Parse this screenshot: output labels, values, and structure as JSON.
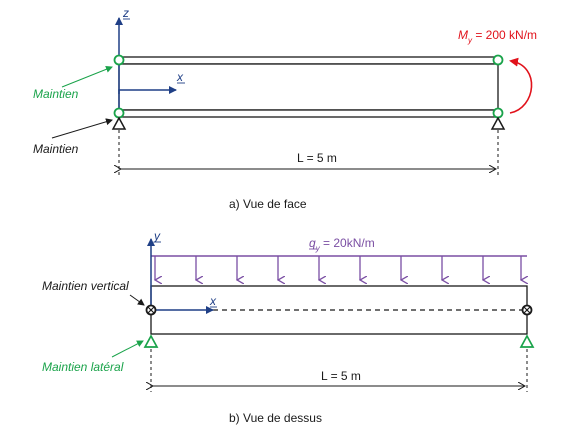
{
  "colors": {
    "support": "#1aa34a",
    "moment": "#e1121b",
    "load": "#7a4ea3",
    "axis": "#1f3f86",
    "ink": "#1a1a1a"
  },
  "front_view": {
    "axis_z": "z",
    "axis_x": "x",
    "moment_symbol": "M",
    "moment_subscript": "y",
    "moment_value": " = 200 kN/m",
    "label_maintien_top": "Maintien",
    "label_maintien_bottom": "Maintien",
    "length_label": "L = 5 m",
    "caption": "a)  Vue de face"
  },
  "top_view": {
    "axis_y": "y",
    "axis_x": "x",
    "load_symbol": "q",
    "load_subscript": "y",
    "load_value": " = 20kN/m",
    "label_vertical": "Maintien vertical",
    "label_lateral": "Maintien latéral",
    "length_label": "L = 5 m",
    "caption": "b)  Vue de dessus"
  }
}
